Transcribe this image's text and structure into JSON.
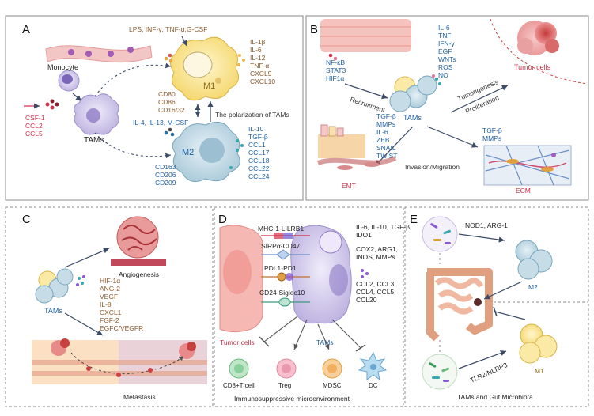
{
  "panel_labels": [
    "A",
    "B",
    "C",
    "D",
    "E"
  ],
  "colors": {
    "blue_text": "#1f5fa0",
    "brown_text": "#8a5a2b",
    "red_text": "#d0304a",
    "m1_fill": "#fbe9a6",
    "m2_fill": "#c6dde8",
    "tam_fill": "#d9d3ee",
    "panel_border": "#888888"
  },
  "panel_a": {
    "monocyte": "Monocyte",
    "tams": "TAMs",
    "recruit_factors": [
      "CSF-1",
      "CCL2",
      "CCL5"
    ],
    "m1_stimuli": "LPS, INF-γ, TNF-α,G-CSF",
    "m1_label": "M1",
    "m1_secreted": [
      "IL-1β",
      "IL-6",
      "IL-12",
      "TNF-α",
      "CXCL9",
      "CXCL10"
    ],
    "m1_markers": [
      "CD80",
      "CD86",
      "CD16/32"
    ],
    "polarization": "The polarization of TAMs",
    "m2_stimuli": "IL-4, IL-13, M-CSF",
    "m2_label": "M2",
    "m2_secreted": [
      "IL-10",
      "TGF-β",
      "CCL1",
      "CCL17",
      "CCL18",
      "CCL22",
      "CCL24"
    ],
    "m2_markers": [
      "CD163",
      "CD206",
      "CD209"
    ]
  },
  "panel_b": {
    "factors": [
      "NF-κB",
      "STAT3",
      "HIF1α"
    ],
    "recruitment": "Recruitment",
    "cytokines": [
      "IL-6",
      "TNF",
      "IFN-γ",
      "EGF",
      "WNTs",
      "ROS",
      "NO"
    ],
    "tumor_cells": "Tumor cells",
    "tumorigenesis": "Tumorigenesis",
    "proliferation": "Proliferation",
    "tams": "TAMs",
    "emt_factors": [
      "TGF-β",
      "MMPs",
      "IL-6",
      "ZEB",
      "SNAIL",
      "TWIST"
    ],
    "ecm_factors": [
      "TGF-β",
      "MMPs"
    ],
    "invasion": "Invasion/Migration",
    "emt": "EMT",
    "ecm": "ECM"
  },
  "panel_c": {
    "angiogenesis": "Angiogenesis",
    "tams": "TAMs",
    "factors": [
      "HIF-1α",
      "ANG-2",
      "VEGF",
      "IL-8",
      "CXCL1",
      "FGF-2",
      "EGFC/VEGFR"
    ],
    "metastasis": "Metastasis"
  },
  "panel_d": {
    "pairs": [
      "MHC-1-LILRB1",
      "SIRPα-CD47",
      "PDL1-PD1",
      "CD24-Siglec10"
    ],
    "secreted_1": [
      "IL-6, IL-10, TGF-β,",
      "IDO1"
    ],
    "secreted_2": [
      "COX2, ARG1,",
      "INOS, MMPs"
    ],
    "secreted_3": [
      "CCL2, CCL3,",
      "CCL4, CCL5,",
      "CCL20"
    ],
    "tumor_cells": "Tumor cells",
    "tams": "TAMs",
    "targets": [
      "CD8+T cell",
      "Treg",
      "MDSC",
      "DC"
    ],
    "caption": "Immunosuppressive microenvironment"
  },
  "panel_e": {
    "nod1": "NOD1, ARG-1",
    "m2": "M2",
    "tlr": "TLR2/NLRP3",
    "m1": "M1",
    "caption": "TAMs and Gut Microbiota"
  }
}
